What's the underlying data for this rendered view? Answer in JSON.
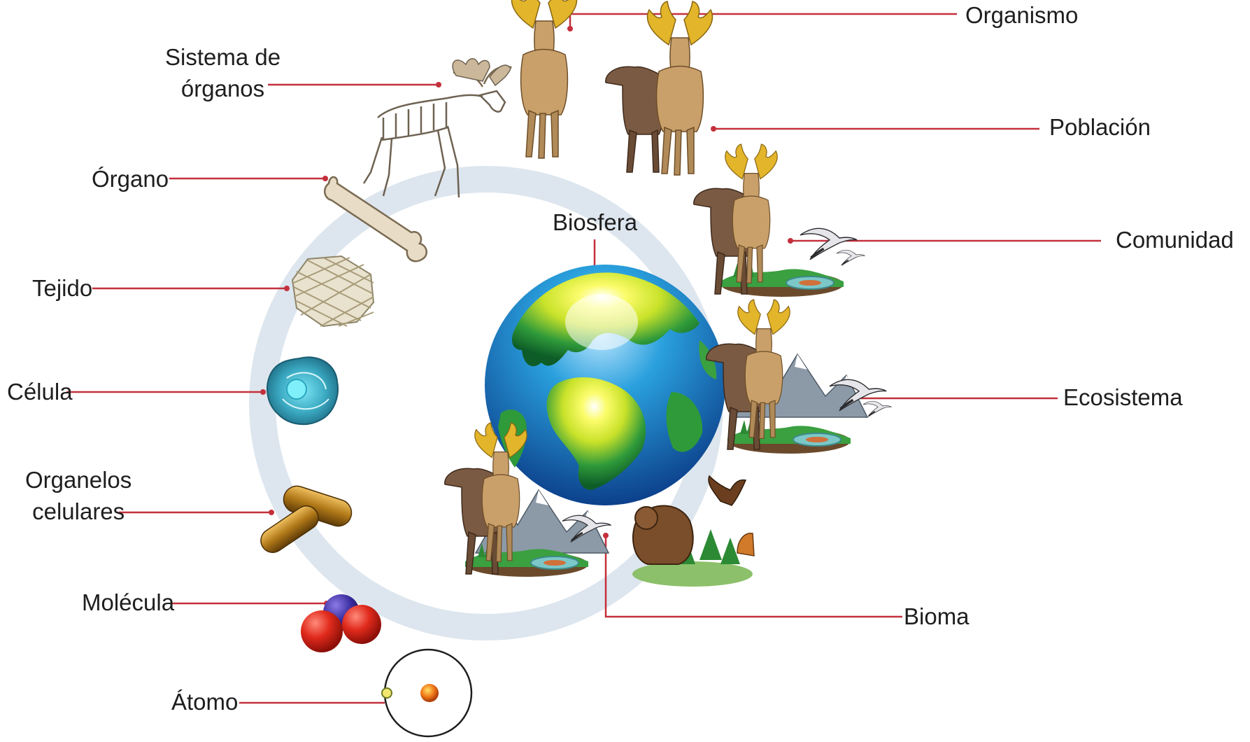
{
  "diagram": {
    "labels": {
      "atomo": "Átomo",
      "molecula": "Molécula",
      "organelos_line1": "Organelos",
      "organelos_line2": "celulares",
      "celula": "Célula",
      "tejido": "Tejido",
      "organo": "Órgano",
      "sistema_line1": "Sistema de",
      "sistema_line2": "órganos",
      "organismo": "Organismo",
      "poblacion": "Población",
      "comunidad": "Comunidad",
      "ecosistema": "Ecosistema",
      "bioma": "Bioma",
      "biosfera": "Biosfera"
    },
    "colors": {
      "leader_line": "#c4303c",
      "ring": "#dde6ee",
      "ocean_light": "#2aa0dd",
      "ocean_dark": "#0a3a86",
      "land": "#2f9a3a",
      "land_highlight": "#e8ec2c"
    }
  }
}
